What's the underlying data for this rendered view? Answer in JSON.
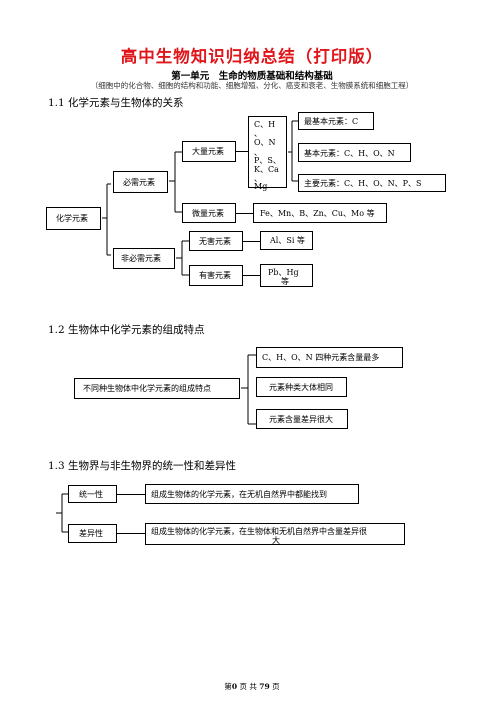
{
  "title": "高中生物知识归纳总结（打印版）",
  "unit_title": "第一单元　生命的物质基础和结构基础",
  "unit_note": "（细胞中的化合物、细胞的结构和功能、细胞增殖、分化、癌变和衰老、生物膜系统和细胞工程）",
  "section1": {
    "heading": "1.1 化学元素与生物体的关系",
    "root": "化学元素",
    "essential": "必需元素",
    "major": "大量元素",
    "major_list": [
      "C、H",
      "、",
      "O、N",
      "、",
      "P、S、",
      "K、Ca",
      "、",
      "Mg"
    ],
    "most_basic": "最基本元素：C",
    "basic": "基本元素：C、H、O、N",
    "main": "主要元素：C、H、O、N、P、S",
    "trace": "微量元素",
    "trace_list": "Fe、Mn、B、Zn、Cu、Mo 等",
    "nonessential": "非必需元素",
    "harmless": "无害元素",
    "harmless_list": "Al、Si 等",
    "harmful": "有害元素",
    "harmful_list": [
      "Pb、Hg",
      "等"
    ]
  },
  "section2": {
    "heading": "1.2 生物体中化学元素的组成特点",
    "root": "不同种生物体中化学元素的组成特点",
    "items": [
      "C、H、O、N 四种元素含量最多",
      "元素种类大体相同",
      "元素含量差异很大"
    ]
  },
  "section3": {
    "heading": "1.3 生物界与非生物界的统一性和差异性",
    "unity": "统一性",
    "unity_text": "组成生物体的化学元素，在无机自然界中都能找到",
    "diff": "差异性",
    "diff_text": [
      "组成生物体的化学元素，在生物体和无机自然界中含量差异很",
      "大"
    ]
  },
  "footer": {
    "prefix": "第",
    "page": "0",
    "mid": "页 共",
    "total": "79",
    "suffix": "页"
  }
}
